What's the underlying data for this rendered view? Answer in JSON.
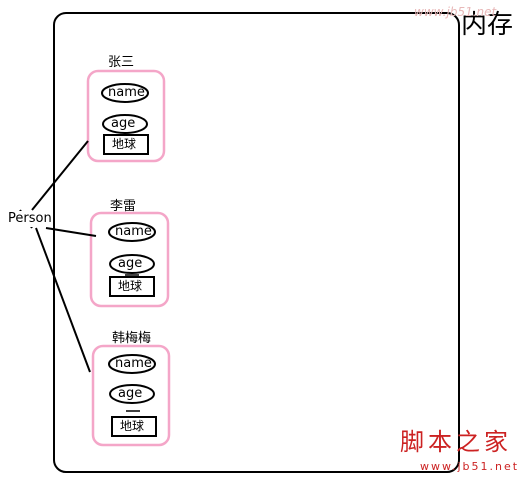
{
  "memory_label": "内存",
  "class_label": "Person",
  "objects": [
    {
      "name": "张三",
      "fields": [
        "name",
        "age"
      ],
      "static_value": "地球"
    },
    {
      "name": "李雷",
      "fields": [
        "name",
        "age"
      ],
      "static_value": "地球"
    },
    {
      "name": "韩梅梅",
      "fields": [
        "name",
        "age"
      ],
      "static_value": "地球"
    }
  ],
  "watermark": {
    "top_url": "www.jb51.net",
    "bottom_text": "脚本之家",
    "bottom_url": "www.jb51.net"
  },
  "colors": {
    "object_border": "#f4a6c8",
    "line": "#000000",
    "watermark_top": "#e8b8b8",
    "watermark_bottom": "#cc2222",
    "watermark_url": "#cc2222"
  }
}
